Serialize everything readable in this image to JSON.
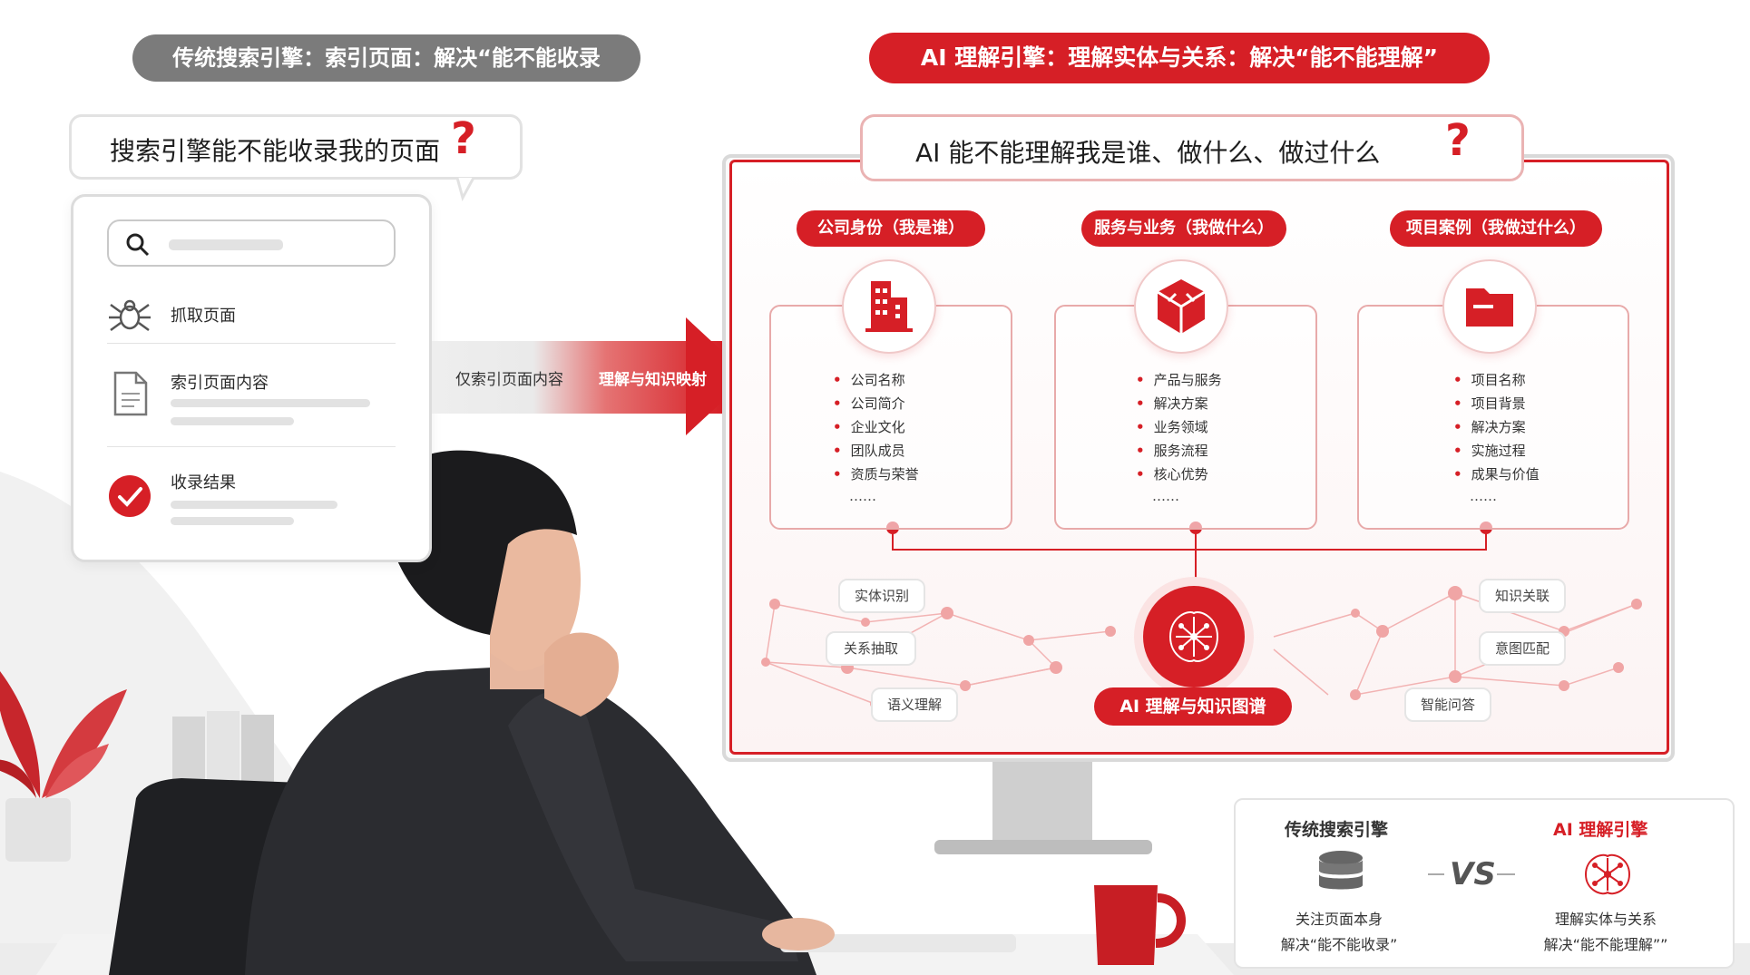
{
  "top": {
    "left_title": "传统搜索引擎：索引页面：解决“能不能收录",
    "right_title": "AI 理解引擎：理解实体与关系：解决“能不能理解”"
  },
  "left": {
    "question": "搜索引擎能不能收录我的页面",
    "question_mark": "?",
    "items": [
      "抓取页面",
      "索引页面内容",
      "收录结果"
    ]
  },
  "arrow": {
    "label_gray": "仅索引页面内容",
    "label_red": "理解与知识映射"
  },
  "right": {
    "question": "AI 能不能理解我是谁、做什么、做过什么",
    "question_mark": "?",
    "columns": [
      {
        "title": "公司身份（我是谁）",
        "icon": "building-icon",
        "items": [
          "公司名称",
          "公司简介",
          "企业文化",
          "团队成员",
          "资质与荣誉"
        ],
        "ellipsis": "……"
      },
      {
        "title": "服务与业务（我做什么）",
        "icon": "cube-icon",
        "items": [
          "产品与服务",
          "解决方案",
          "业务领域",
          "服务流程",
          "核心优势"
        ],
        "ellipsis": "……"
      },
      {
        "title": "项目案例（我做过什么）",
        "icon": "folder-icon",
        "items": [
          "项目名称",
          "项目背景",
          "解决方案",
          "实施过程",
          "成果与价值"
        ],
        "ellipsis": "……"
      }
    ],
    "tags_left": [
      "实体识别",
      "关系抽取",
      "语义理解"
    ],
    "tags_right": [
      "知识关联",
      "意图匹配",
      "智能问答"
    ],
    "core_label": "AI 理解与知识图谱"
  },
  "compare": {
    "left_title": "传统搜索引擎",
    "left_line1": "关注页面本身",
    "left_line2": "解决“能不能收录”",
    "vs": "VS",
    "right_title": "AI 理解引擎",
    "right_line1": "理解实体与关系",
    "right_line2": "解决“能不能理解””"
  },
  "colors": {
    "accent": "#d61f26",
    "gray_pill": "#7b7b7b",
    "dark": "#2b2c30"
  }
}
